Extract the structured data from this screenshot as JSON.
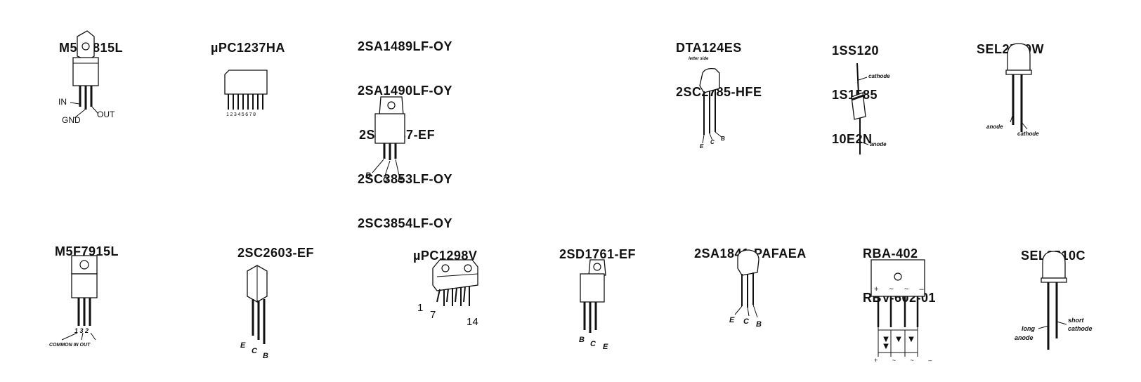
{
  "parts": [
    {
      "id": "m5f7815l",
      "title": [
        "M5F7815L"
      ],
      "pins": [
        "IN",
        "GND",
        "OUT"
      ]
    },
    {
      "id": "upc1237ha",
      "title": [
        "µPC1237HA"
      ],
      "pins": [
        "1 2 3 4 5 6 7 8"
      ]
    },
    {
      "id": "2sa1489",
      "title": [
        "2SA1489LF-OY",
        "2SA1490LF-OY",
        "2SB1187-EF",
        "2SC3853LF-OY",
        "2SC3854LF-OY"
      ],
      "pins": [
        "B",
        "C",
        "E"
      ]
    },
    {
      "id": "dta124es",
      "title": [
        "DTA124ES",
        "2SC2785-HFE"
      ],
      "pins": [
        "letter side",
        "E",
        "C",
        "B"
      ]
    },
    {
      "id": "1ss120",
      "title": [
        "1SS120",
        "1S1585",
        "10E2N"
      ],
      "pins": [
        "cathode",
        "anode"
      ]
    },
    {
      "id": "sel2510w",
      "title": [
        "SEL2510W"
      ],
      "pins": [
        "anode",
        "cathode"
      ]
    },
    {
      "id": "m5f7915l",
      "title": [
        "M5F7915L"
      ],
      "pins": [
        "1 3 2",
        "COMMON IN OUT"
      ]
    },
    {
      "id": "2sc2603",
      "title": [
        "2SC2603-EF"
      ],
      "pins": [
        "E",
        "C",
        "B"
      ]
    },
    {
      "id": "upc1298v",
      "title": [
        "µPC1298V"
      ],
      "pins": [
        "1",
        "7",
        "14"
      ]
    },
    {
      "id": "2sd1761",
      "title": [
        "2SD1761-EF"
      ],
      "pins": [
        "B",
        "C",
        "E"
      ]
    },
    {
      "id": "2sa1841",
      "title": [
        "2SA1841-PAFAEA"
      ],
      "pins": [
        "E",
        "C",
        "B"
      ]
    },
    {
      "id": "rba402",
      "title": [
        "RBA-402",
        "RBV-602-01"
      ],
      "pins": [
        "+ ~ ~ –",
        "+ ~ ~ –"
      ]
    },
    {
      "id": "sel2510c",
      "title": [
        "SEL2510C"
      ],
      "pins": [
        "long",
        "anode",
        "short",
        "cathode"
      ]
    }
  ]
}
